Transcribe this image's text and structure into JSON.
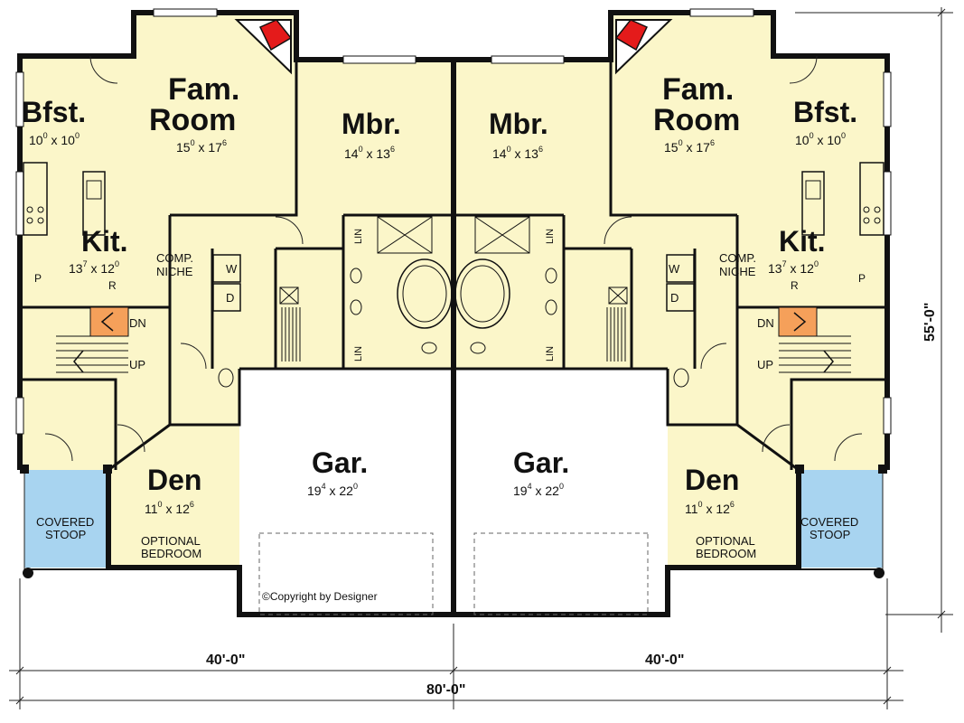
{
  "colors": {
    "floor": "#fbf6c9",
    "garage": "#ffffff",
    "stoop": "#a8d4f0",
    "stair": "#f5a05a",
    "fireplace": "#e41b1b",
    "wall": "#111111"
  },
  "unit_left": {
    "bfst": {
      "name": "Bfst.",
      "w": "10",
      "ws": "0",
      "h": "10",
      "hs": "0"
    },
    "fam": {
      "name1": "Fam.",
      "name2": "Room",
      "w": "15",
      "ws": "0",
      "h": "17",
      "hs": "6"
    },
    "mbr": {
      "name": "Mbr.",
      "w": "14",
      "ws": "0",
      "h": "13",
      "hs": "6"
    },
    "kit": {
      "name": "Kit.",
      "w": "13",
      "ws": "7",
      "h": "12",
      "hs": "0"
    },
    "gar": {
      "name": "Gar.",
      "w": "19",
      "ws": "4",
      "h": "22",
      "hs": "0"
    },
    "den": {
      "name": "Den",
      "w": "11",
      "ws": "0",
      "h": "12",
      "hs": "6",
      "note1": "OPTIONAL",
      "note2": "BEDROOM"
    },
    "stoop": {
      "line1": "COVERED",
      "line2": "STOOP"
    },
    "niche": {
      "line1": "COMP.",
      "line2": "NICHE"
    },
    "labels": {
      "p": "P",
      "r": "R",
      "w": "W",
      "d": "D",
      "dn": "DN",
      "up": "UP",
      "lin_top": "LIN",
      "lin_bottom": "LIN"
    }
  },
  "unit_right": {
    "bfst": {
      "name": "Bfst.",
      "w": "10",
      "ws": "0",
      "h": "10",
      "hs": "0"
    },
    "fam": {
      "name1": "Fam.",
      "name2": "Room",
      "w": "15",
      "ws": "0",
      "h": "17",
      "hs": "6"
    },
    "mbr": {
      "name": "Mbr.",
      "w": "14",
      "ws": "0",
      "h": "13",
      "hs": "6"
    },
    "kit": {
      "name": "Kit.",
      "w": "13",
      "ws": "7",
      "h": "12",
      "hs": "0"
    },
    "gar": {
      "name": "Gar.",
      "w": "19",
      "ws": "4",
      "h": "22",
      "hs": "0"
    },
    "den": {
      "name": "Den",
      "w": "11",
      "ws": "0",
      "h": "12",
      "hs": "6",
      "note1": "OPTIONAL",
      "note2": "BEDROOM"
    },
    "stoop": {
      "line1": "COVERED",
      "line2": "STOOP"
    },
    "niche": {
      "line1": "COMP.",
      "line2": "NICHE"
    },
    "labels": {
      "p": "P",
      "r": "R",
      "w": "W",
      "d": "D",
      "dn": "DN",
      "up": "UP",
      "lin_top": "LIN",
      "lin_bottom": "LIN"
    }
  },
  "dimensions": {
    "left_width": "40'-0\"",
    "right_width": "40'-0\"",
    "total_width": "80'-0\"",
    "depth": "55'-0\""
  },
  "copyright": "©Copyright by Designer"
}
